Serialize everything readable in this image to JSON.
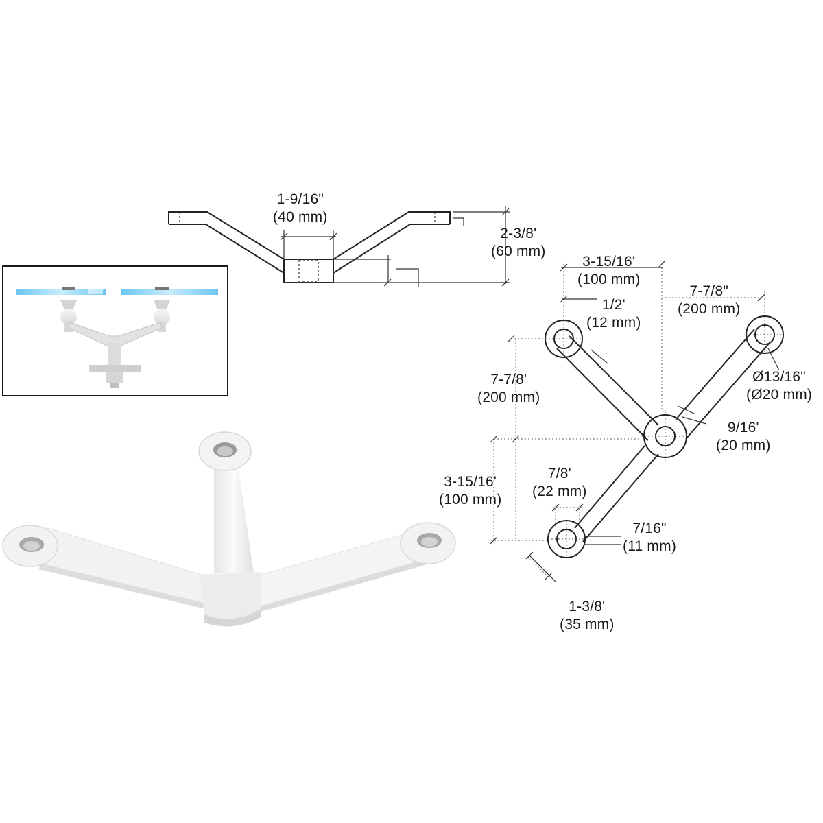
{
  "colors": {
    "line": "#222222",
    "glass": "#8fd3f5",
    "metal": "#eeeeee",
    "metal_shadow": "#d2d2d2",
    "frame": "#1a1a1a"
  },
  "side_view": {
    "width_dim": [
      "1-9/16\"",
      "(40 mm)"
    ],
    "height_dim": [
      "2-3/8'",
      "(60 mm)"
    ]
  },
  "plan_view": {
    "top_offset": [
      "3-15/16'",
      "(100 mm)"
    ],
    "right_arm": [
      "7-7/8\"",
      "(200 mm)"
    ],
    "arm_width": [
      "1/2'",
      "(12 mm)"
    ],
    "left_arm": [
      "7-7/8'",
      "(200 mm)"
    ],
    "hole_dia": [
      "Ø13/16\"",
      "(Ø20 mm)"
    ],
    "hub_offset": [
      "9/16'",
      "(20 mm)"
    ],
    "lower_offset": [
      "3-15/16'",
      "(100 mm)"
    ],
    "boss_dia": [
      "7/8'",
      "(22 mm)"
    ],
    "boss_thickness": [
      "7/16\"",
      "(11 mm)"
    ],
    "boss_outer": [
      "1-3/8'",
      "(35 mm)"
    ]
  }
}
